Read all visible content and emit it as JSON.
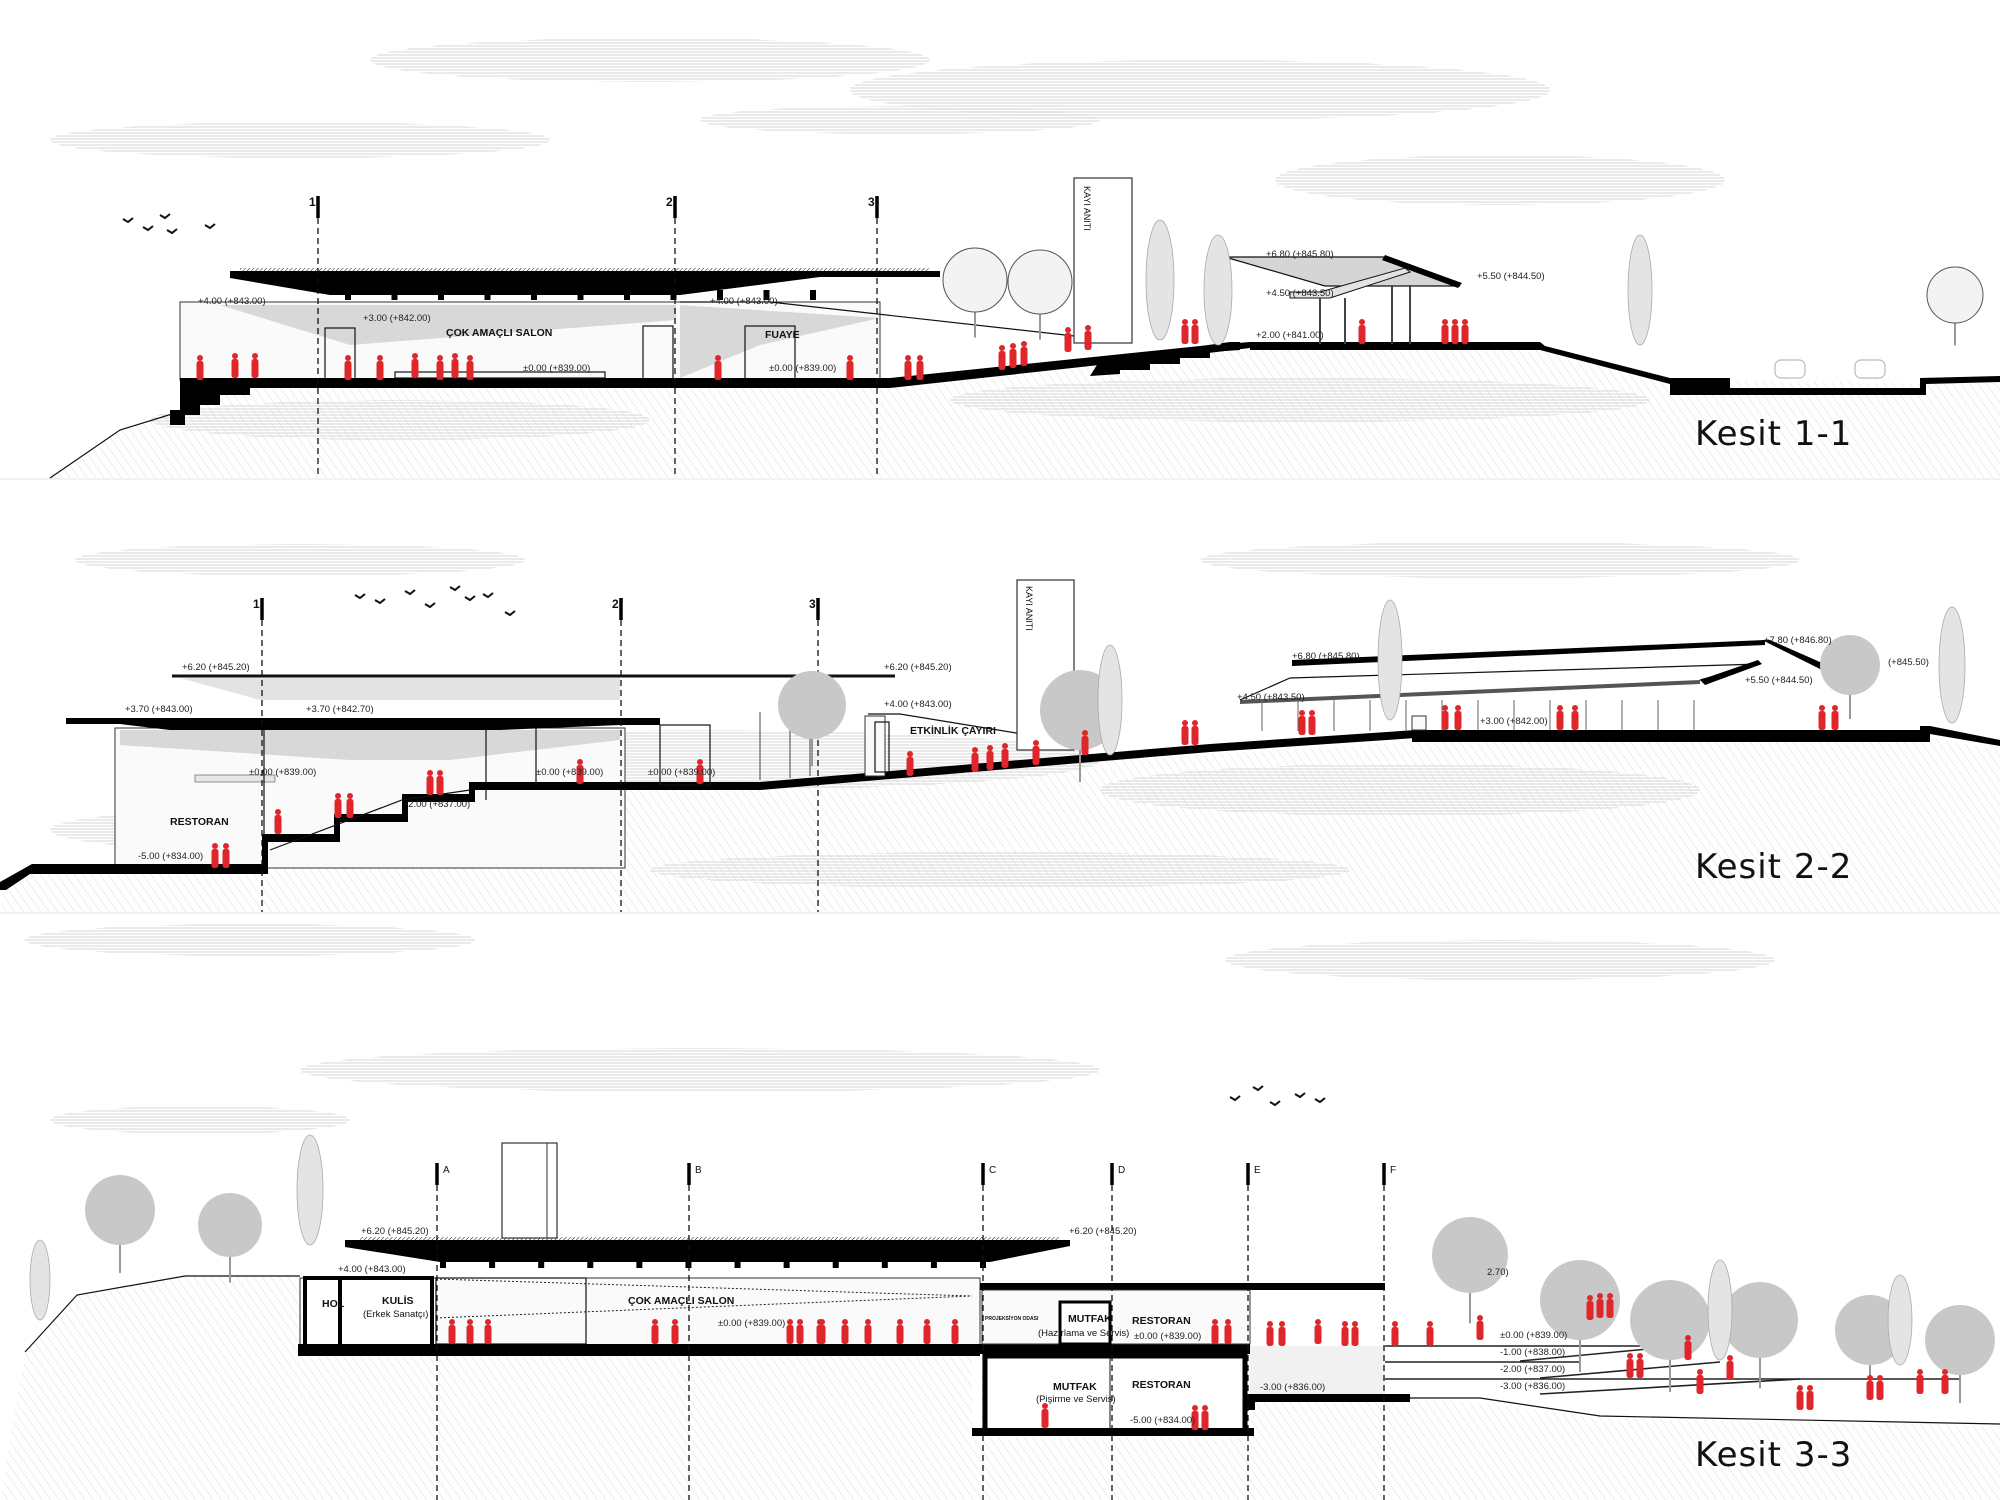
{
  "sections": [
    {
      "title": "Kesit 1-1",
      "markers": [
        "1",
        "2",
        "3"
      ],
      "monument": "KAYI ANITI",
      "rooms": [
        "ÇOK AMAÇLI SALON",
        "FUAYE"
      ],
      "levels": [
        "+4.00 (+843.00)",
        "+3.00 (+842.00)",
        "±0.00 (+839.00)",
        "+4.00 (+843.00)",
        "±0.00 (+839.00)",
        "+6.80 (+845.80)",
        "+5.50 (+844.50)",
        "+4.50 (+843.50)",
        "+2.00 (+841.00)"
      ]
    },
    {
      "title": "Kesit 2-2",
      "markers": [
        "1",
        "2",
        "3"
      ],
      "monument": "KAYI ANITI",
      "rooms": [
        "RESTORAN",
        "ETKİNLİK ÇAYIRI"
      ],
      "levels": [
        "+6.20 (+845.20)",
        "+3.70 (+843.00)",
        "+3.70 (+842.70)",
        "±0.00 (+839.00)",
        "±0.00 (+839.00)",
        "±0.00 (+839.00)",
        "-2.00 (+837.00)",
        "-5.00 (+834.00)",
        "+6.20 (+845.20)",
        "+4.00 (+843.00)",
        "+6.80 (+845.80)",
        "+7.80 (+846.80)",
        "+4.50 (+843.50)",
        "+5.50 (+844.50)",
        "+3.00 (+842.00)",
        "(+845.50)"
      ]
    },
    {
      "title": "Kesit 3-3",
      "markers": [
        "A",
        "B",
        "C",
        "D",
        "E",
        "F"
      ],
      "rooms": [
        "HOL",
        "KULİS",
        "(Erkek Sanatçı)",
        "ÇOK AMAÇLI SALON",
        "PROJEKSİYON ODASI",
        "MUTFAK",
        "(Hazırlama ve Servis)",
        "RESTORAN",
        "MUTFAK",
        "(Pişirme ve Servis)",
        "RESTORAN"
      ],
      "levels": [
        "+6.20 (+845.20)",
        "+6.20 (+845.20)",
        "+4.00 (+843.00)",
        "±0.00 (+839.00)",
        "±0.00 (+839.00)",
        "-5.00 (+834.00)",
        "-3.00 (+836.00)",
        "±0.00 (+839.00)",
        "-1.00 (+838.00)",
        "-2.00 (+837.00)",
        "-3.00 (+836.00)",
        "2.70)"
      ]
    }
  ],
  "colors": {
    "people": "#e0262b",
    "trees": "#c8c8c8",
    "slab": "#000000",
    "hatch": "#d9d9d9"
  }
}
